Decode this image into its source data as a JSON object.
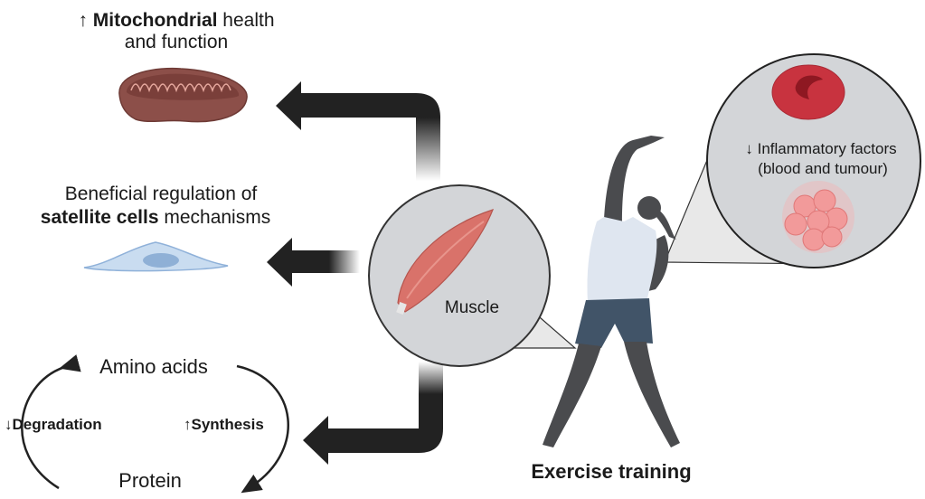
{
  "mitochondria": {
    "arrow": "↑",
    "bold": "Mitochondrial",
    "rest": " health",
    "line2": "and function"
  },
  "satellite": {
    "line1": "Beneficial regulation of",
    "bold": "satellite cells",
    "rest": " mechanisms"
  },
  "protein_cycle": {
    "amino_acids": "Amino acids",
    "protein": "Protein",
    "degradation": "↓Degradation",
    "synthesis": "↑Synthesis"
  },
  "muscle": {
    "label": "Muscle"
  },
  "inflammation": {
    "line1": "↓ Inflammatory factors",
    "line2": "(blood and tumour)"
  },
  "exercise": {
    "label": "Exercise training"
  },
  "colors": {
    "arrow": "#222222",
    "muscle": "#d9726a",
    "mitochondria": "#8c4f49",
    "cell": "#c9dcf0",
    "blood_cell": "#c8333f",
    "circle_fill": "#d3d5d8"
  }
}
